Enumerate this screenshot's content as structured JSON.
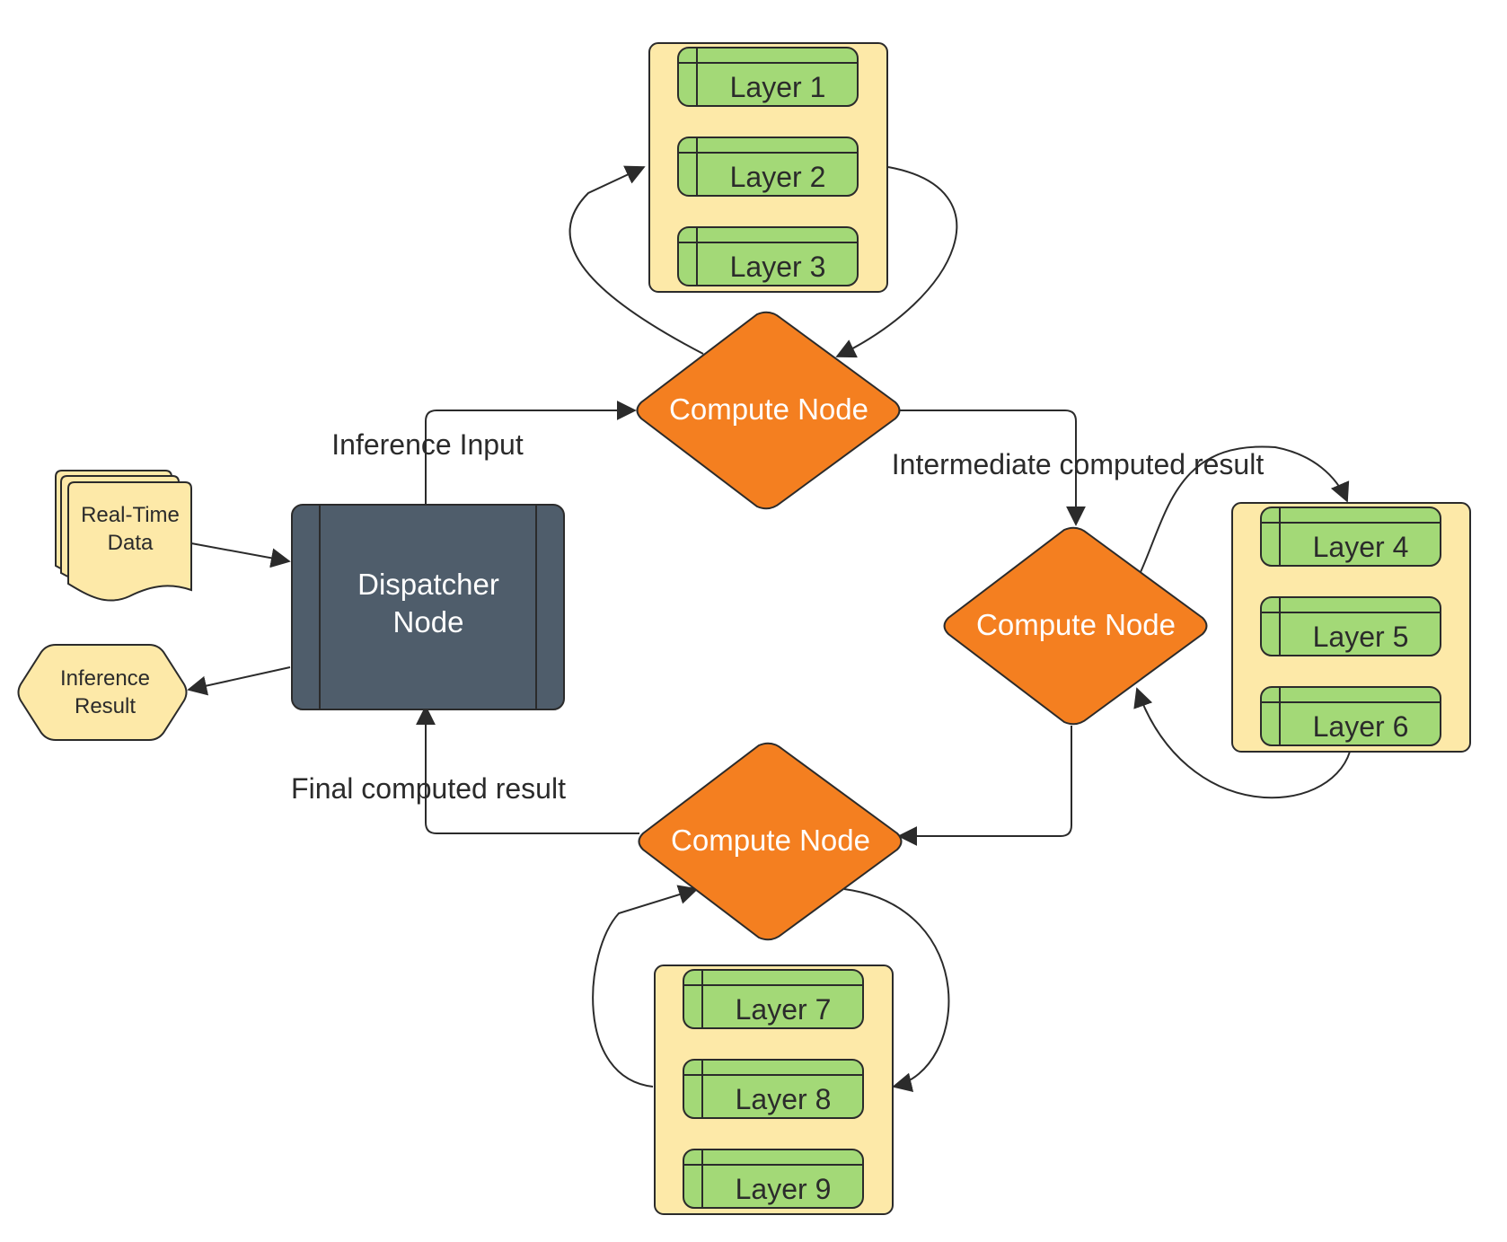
{
  "nodes": {
    "dispatcher": {
      "line1": "Dispatcher",
      "line2": "Node"
    },
    "compute_top": {
      "label": "Compute Node"
    },
    "compute_right": {
      "label": "Compute Node"
    },
    "compute_bottom": {
      "label": "Compute Node"
    },
    "realtime": {
      "line1": "Real-Time",
      "line2": "Data"
    },
    "inference_result": {
      "line1": "Inference",
      "line2": "Result"
    }
  },
  "layer_groups": {
    "top": [
      "Layer 1",
      "Layer 2",
      "Layer 3"
    ],
    "right": [
      "Layer 4",
      "Layer 5",
      "Layer 6"
    ],
    "bottom": [
      "Layer 7",
      "Layer 8",
      "Layer 9"
    ]
  },
  "edge_labels": {
    "inference_input": "Inference Input",
    "intermediate": "Intermediate computed result",
    "final": "Final computed result"
  },
  "colors": {
    "dispatcher_fill": "#4f5d6b",
    "compute_fill": "#f47f20",
    "layer_group_fill": "#fde9a8",
    "layer_fill": "#a3d977",
    "document_fill": "#fde9a8",
    "line": "#2b2b2b"
  }
}
